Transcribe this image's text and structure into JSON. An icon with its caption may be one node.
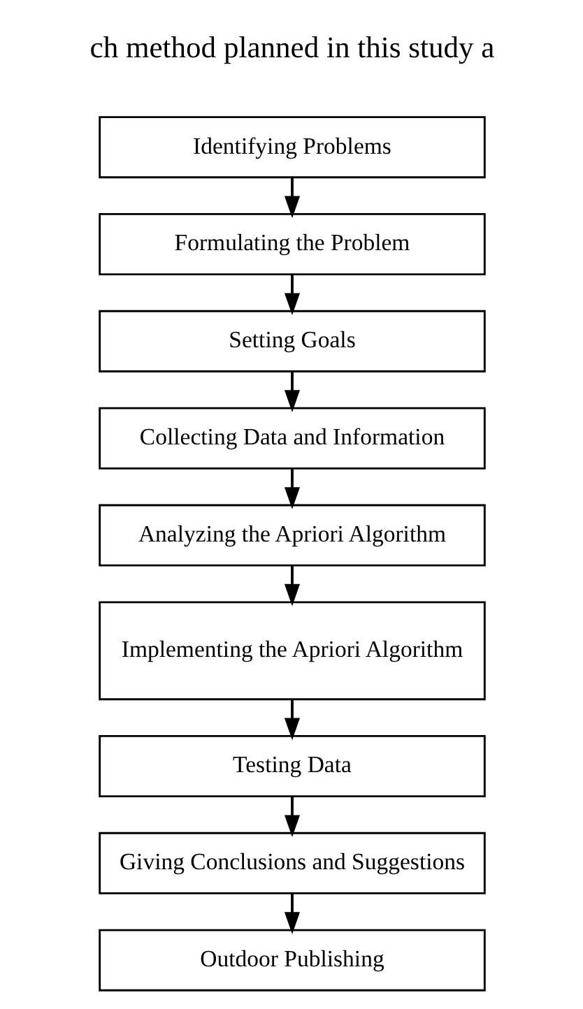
{
  "diagram": {
    "nodes": [
      {
        "text": [
          "Identifying Problems"
        ]
      },
      {
        "text": [
          "Formulating the Problem"
        ]
      },
      {
        "text": [
          "Setting Goals"
        ]
      },
      {
        "text": [
          "Collecting Data and Information"
        ]
      },
      {
        "text": [
          "Analyzing the Apriori Algorithm"
        ]
      },
      {
        "text": [
          "Implementing the Apriori Algorithm"
        ]
      },
      {
        "text": [
          "Testing Data"
        ]
      },
      {
        "text": [
          "Giving Conclusions and Suggestions"
        ]
      },
      {
        "text": [
          "Outdoor Publishing"
        ]
      }
    ],
    "edges": [
      {
        "from": 0,
        "to": 1,
        "arrow": "to"
      },
      {
        "from": 1,
        "to": 2,
        "arrow": "to"
      },
      {
        "from": 2,
        "to": 3,
        "arrow": "to"
      },
      {
        "from": 3,
        "to": 4,
        "arrow": "to"
      },
      {
        "from": 4,
        "to": 5,
        "arrow": "to"
      },
      {
        "from": 5,
        "to": 6,
        "arrow": "to"
      },
      {
        "from": 6,
        "to": 7,
        "arrow": "to"
      },
      {
        "from": 7,
        "to": 8,
        "arrow": "to"
      }
    ],
    "labels": [
      "ch method planned in this study a"
    ]
  }
}
